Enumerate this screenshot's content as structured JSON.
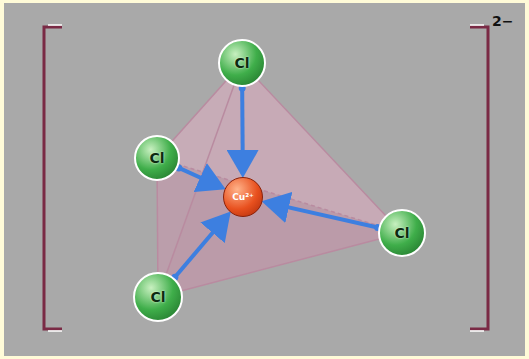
{
  "diagram": {
    "nodes": [
      {
        "text": [
          "Cl"
        ]
      },
      {
        "text": [
          "Cl"
        ]
      },
      {
        "text": [
          "Cu²⁺"
        ]
      },
      {
        "text": [
          "Cl"
        ]
      },
      {
        "text": [
          "Cl"
        ]
      }
    ],
    "edges": [
      {
        "from": 0,
        "to": 2,
        "arrow": "to"
      },
      {
        "from": 1,
        "to": 2,
        "arrow": "to"
      },
      {
        "from": 3,
        "to": 2,
        "arrow": "to"
      },
      {
        "from": 4,
        "to": 2,
        "arrow": "to"
      }
    ],
    "labels": [
      "2−"
    ]
  }
}
